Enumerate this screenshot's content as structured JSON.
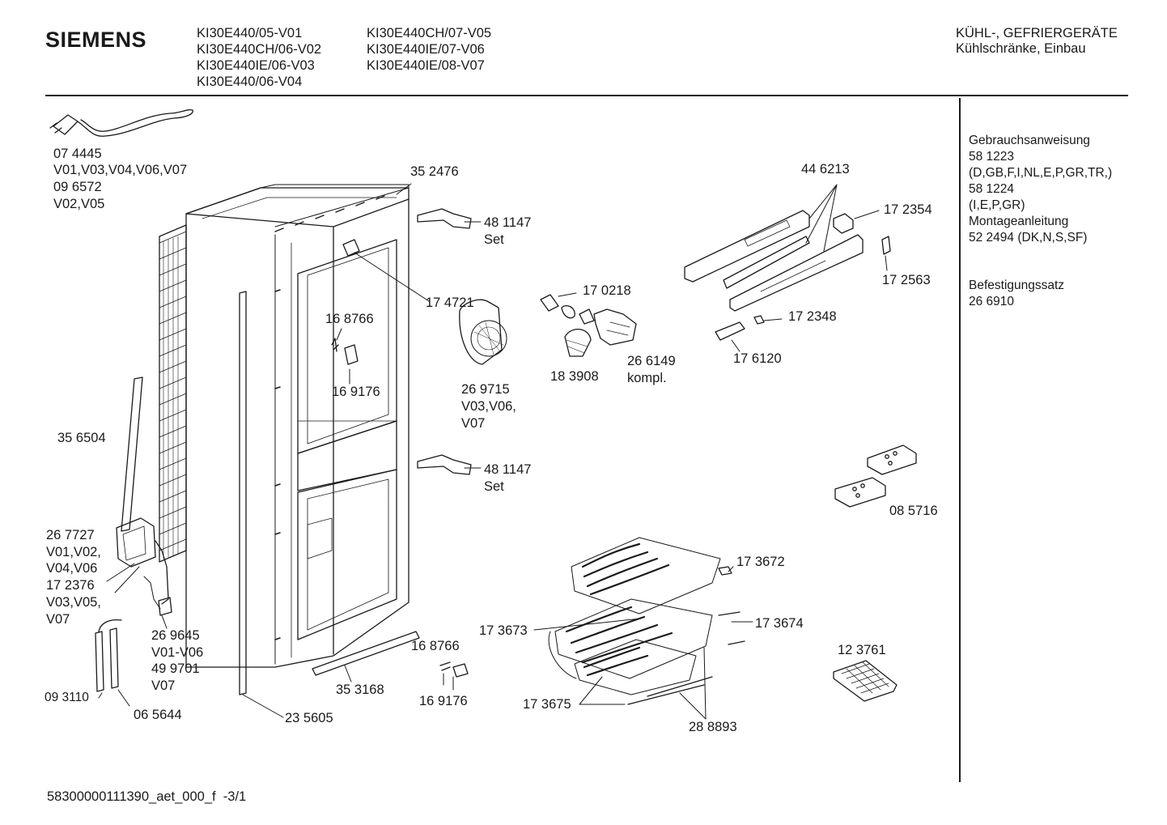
{
  "header": {
    "brand": "SIEMENS",
    "models_col1": [
      "KI30E440/05-V01",
      "KI30E440CH/06-V02",
      "KI30E440IE/06-V03",
      "KI30E440/06-V04"
    ],
    "models_col2": [
      "KI30E440CH/07-V05",
      "KI30E440IE/07-V06",
      "KI30E440IE/08-V07"
    ],
    "category": "KÜHL-, GEFRIERGERÄTE",
    "subcategory": "Kühlschränke, Einbau"
  },
  "sidebar": {
    "lines_block1": [
      "Gebrauchsanweisung",
      "58 1223",
      "(D,GB,F,I,NL,E,P,GR,TR,)",
      "58 1224",
      "(I,E,P,GR)",
      "Montageanleitung",
      "52 2494 (DK,N,S,SF)"
    ],
    "lines_block2": [
      "Befestigungssatz",
      "26 6910"
    ]
  },
  "parts": {
    "p074445": "07 4445",
    "p074445_v": "V01,V03,V04,V06,V07",
    "p096572": "09 6572",
    "p096572_v": "V02,V05",
    "p352476": "35 2476",
    "p481147a": "48 1147",
    "p481147a_set": "Set",
    "p174721": "17 4721",
    "p168766a": "16 8766",
    "p169176a": "16 9176",
    "p356504": "35 6504",
    "p170218": "17 0218",
    "p269715": "26 9715",
    "p269715_v1": "V03,V06,",
    "p269715_v2": "V07",
    "p183908": "18 3908",
    "p266149": "26 6149",
    "p266149_k": "kompl.",
    "p446213": "44 6213",
    "p172354": "17 2354",
    "p172563": "17 2563",
    "p172348": "17 2348",
    "p176120": "17 6120",
    "p481147b": "48 1147",
    "p481147b_set": "Set",
    "p085716": "08 5716",
    "p267727": "26 7727",
    "p267727_v1": "V01,V02,",
    "p267727_v2": "V04,V06",
    "p172376": "17 2376",
    "p172376_v1": "V03,V05,",
    "p172376_v2": "V07",
    "p269645": "26 9645",
    "p269645_v": "V01-V06",
    "p499701": "49 9701",
    "p499701_v": "V07",
    "p093110": "09 3110",
    "p065644": "06 5644",
    "p235605": "23 5605",
    "p353168": "35 3168",
    "p168766b": "16 8766",
    "p169176b": "16 9176",
    "p173672": "17 3672",
    "p173673": "17 3673",
    "p173674": "17 3674",
    "p173675": "17 3675",
    "p288893": "28 8893",
    "p123761": "12 3761"
  },
  "footer": {
    "doc_id": "58300000111390_aet_000_f  -3/1"
  }
}
